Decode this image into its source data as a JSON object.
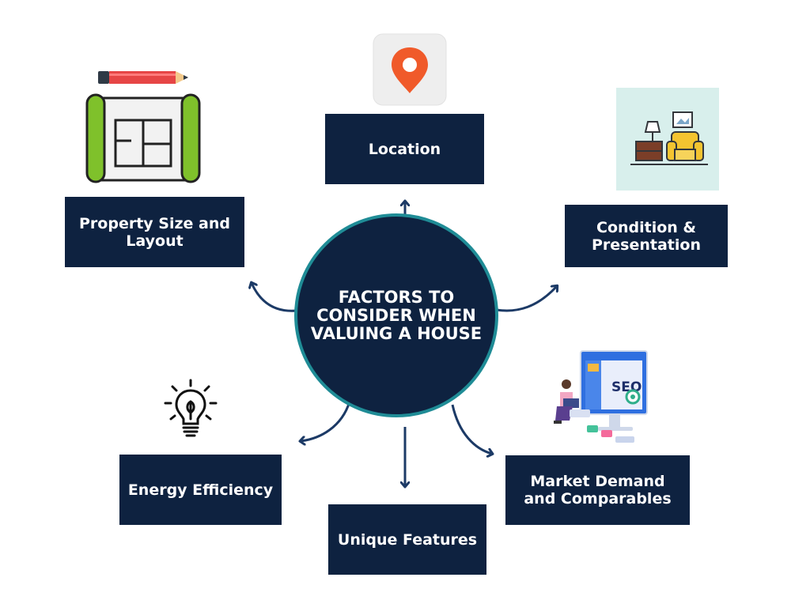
{
  "center": {
    "title": "FACTORS TO CONSIDER WHEN VALUING A HOUSE"
  },
  "factors": {
    "location": "Location",
    "property_size": "Property Size and Layout",
    "condition": "Condition & Presentation",
    "energy": "Energy Efficiency",
    "unique": "Unique Features",
    "market": "Market Demand and Comparables"
  },
  "icons": {
    "location": "map-pin-icon",
    "property_size": "blueprint-pencil-icon",
    "condition": "furniture-interior-icon",
    "energy": "lightbulb-leaf-icon",
    "market": "seo-analytics-icon"
  },
  "market_icon_text": "SEO",
  "colors": {
    "box": "#0e2240",
    "hub_border": "#1f8c96",
    "arrow": "#1c3a66",
    "pin": "#f05a2a"
  }
}
